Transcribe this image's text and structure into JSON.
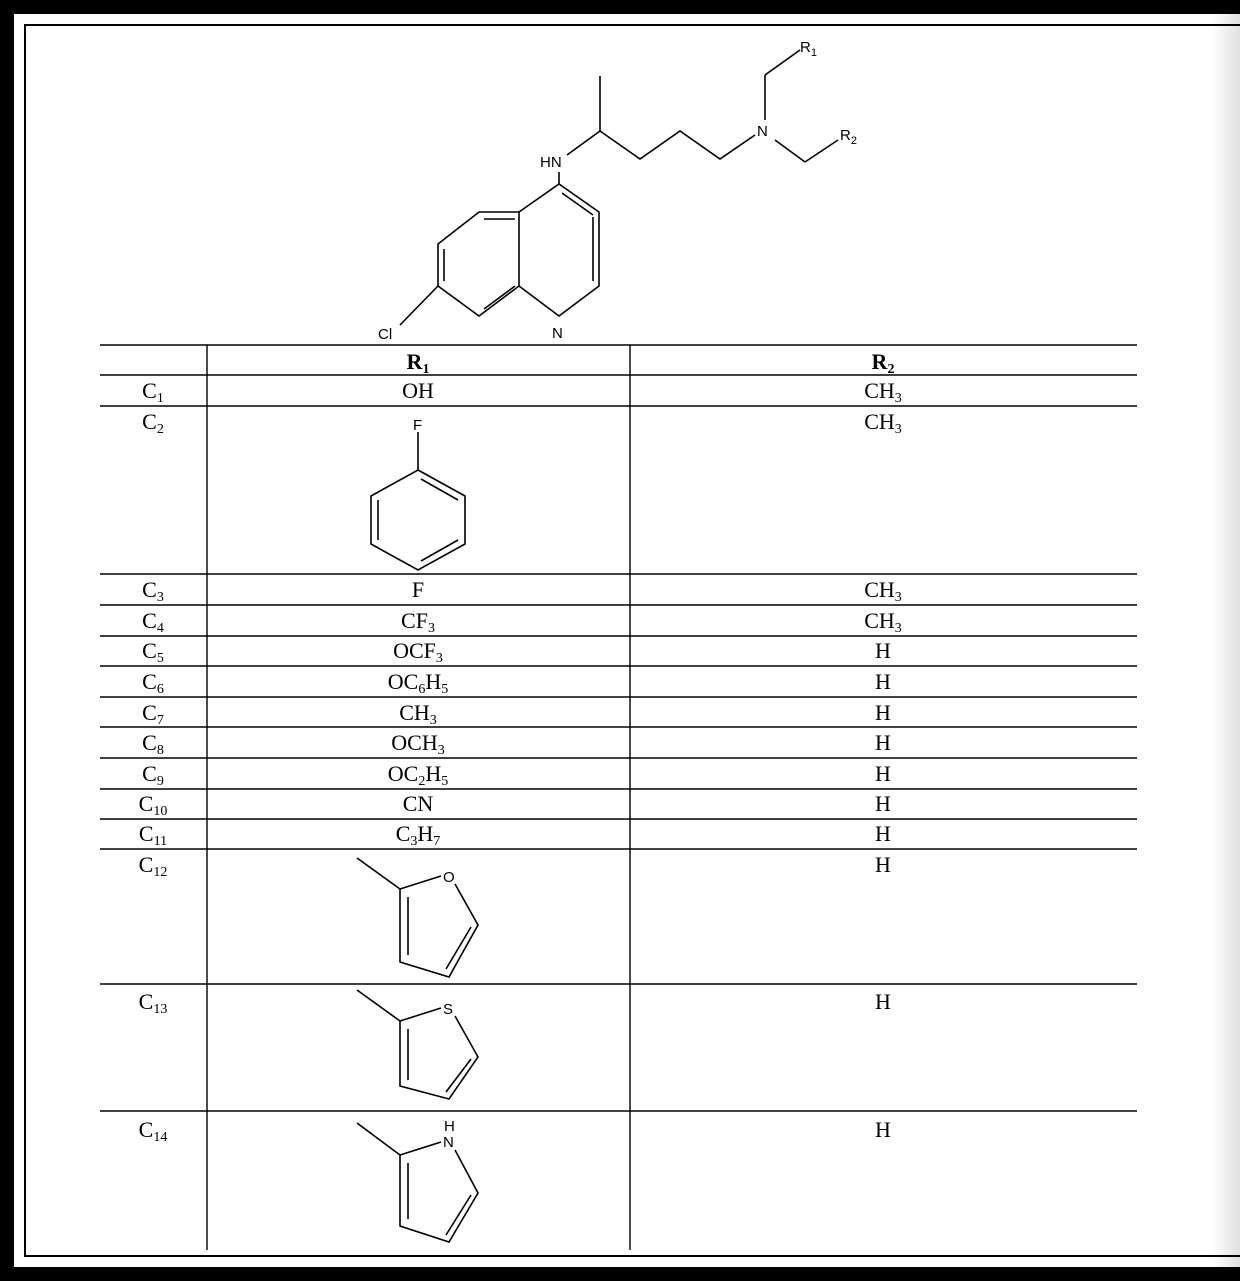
{
  "scaffold": {
    "atoms": {
      "hn": "HN",
      "n_amine": "N",
      "cl": "Cl",
      "n_ring": "N",
      "r1": "R",
      "r1_sub": "1",
      "r2": "R",
      "r2_sub": "2"
    }
  },
  "table": {
    "headers": [
      {
        "main": "",
        "sub": ""
      },
      {
        "main": "R",
        "sub": "1"
      },
      {
        "main": "R",
        "sub": "2"
      }
    ],
    "rows": [
      {
        "id": "C",
        "id_sub": "1",
        "r1": [
          {
            "t": "OH",
            "s": ""
          }
        ],
        "r2": [
          {
            "t": "CH",
            "s": "3"
          }
        ]
      },
      {
        "id": "C",
        "id_sub": "2",
        "r1_structure": "fluorophenyl",
        "r1_atom": "F",
        "r2": [
          {
            "t": "CH",
            "s": "3"
          }
        ]
      },
      {
        "id": "C",
        "id_sub": "3",
        "r1": [
          {
            "t": "F",
            "s": ""
          }
        ],
        "r2": [
          {
            "t": "CH",
            "s": "3"
          }
        ]
      },
      {
        "id": "C",
        "id_sub": "4",
        "r1": [
          {
            "t": "CF",
            "s": "3"
          }
        ],
        "r2": [
          {
            "t": "CH",
            "s": "3"
          }
        ]
      },
      {
        "id": "C",
        "id_sub": "5",
        "r1": [
          {
            "t": "OCF",
            "s": "3"
          }
        ],
        "r2": [
          {
            "t": "H",
            "s": ""
          }
        ]
      },
      {
        "id": "C",
        "id_sub": "6",
        "r1": [
          {
            "t": "OC",
            "s": "6"
          },
          {
            "t": "H",
            "s": "5"
          }
        ],
        "r2": [
          {
            "t": "H",
            "s": ""
          }
        ]
      },
      {
        "id": "C",
        "id_sub": "7",
        "r1": [
          {
            "t": "CH",
            "s": "3"
          }
        ],
        "r2": [
          {
            "t": "H",
            "s": ""
          }
        ]
      },
      {
        "id": "C",
        "id_sub": "8",
        "r1": [
          {
            "t": "OCH",
            "s": "3"
          }
        ],
        "r2": [
          {
            "t": "H",
            "s": ""
          }
        ]
      },
      {
        "id": "C",
        "id_sub": "9",
        "r1": [
          {
            "t": "OC",
            "s": "2"
          },
          {
            "t": "H",
            "s": "5"
          }
        ],
        "r2": [
          {
            "t": "H",
            "s": ""
          }
        ]
      },
      {
        "id": "C",
        "id_sub": "10",
        "r1": [
          {
            "t": "CN",
            "s": ""
          }
        ],
        "r2": [
          {
            "t": "H",
            "s": ""
          }
        ]
      },
      {
        "id": "C",
        "id_sub": "11",
        "r1": [
          {
            "t": "C",
            "s": "3"
          },
          {
            "t": "H",
            "s": "7"
          }
        ],
        "r2": [
          {
            "t": "H",
            "s": ""
          }
        ]
      },
      {
        "id": "C",
        "id_sub": "12",
        "r1_structure": "2-furyl",
        "r1_atom": "O",
        "r2": [
          {
            "t": "H",
            "s": ""
          }
        ]
      },
      {
        "id": "C",
        "id_sub": "13",
        "r1_structure": "2-thienyl",
        "r1_atom": "S",
        "r2": [
          {
            "t": "H",
            "s": ""
          }
        ]
      },
      {
        "id": "C",
        "id_sub": "14",
        "r1_structure": "2-pyrrolyl",
        "r1_atom": "N",
        "r1_atom_h": "H",
        "r2": [
          {
            "t": "H",
            "s": ""
          }
        ]
      }
    ]
  }
}
